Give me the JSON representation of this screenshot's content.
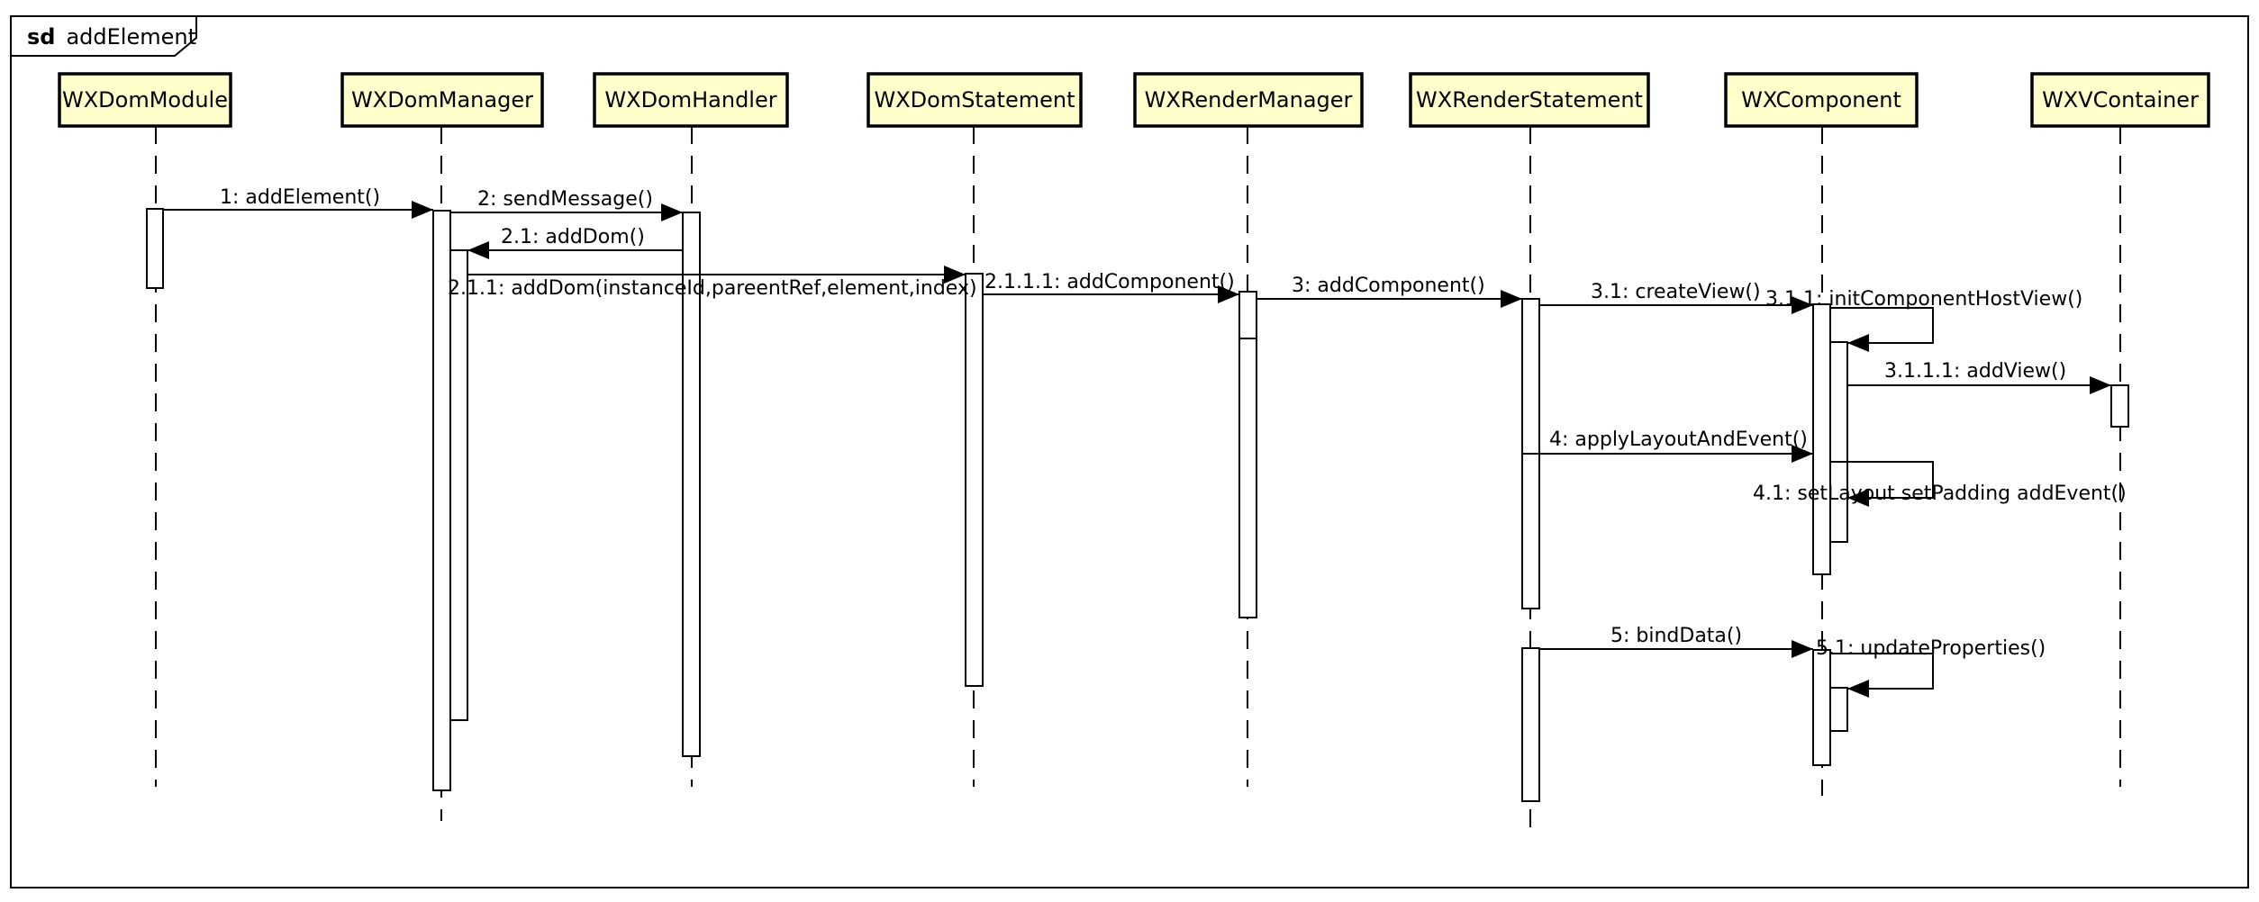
{
  "frame": {
    "keyword": "sd",
    "name": "addElement"
  },
  "colors": {
    "lifeline_head_fill": "#ffffcc",
    "stroke": "#000000",
    "background": "#ffffff"
  },
  "lifelines": [
    {
      "id": "WXDomModule",
      "label": "WXDomModule"
    },
    {
      "id": "WXDomManager",
      "label": "WXDomManager"
    },
    {
      "id": "WXDomHandler",
      "label": "WXDomHandler"
    },
    {
      "id": "WXDomStatement",
      "label": "WXDomStatement"
    },
    {
      "id": "WXRenderManager",
      "label": "WXRenderManager"
    },
    {
      "id": "WXRenderStatement",
      "label": "WXRenderStatement"
    },
    {
      "id": "WXComponent",
      "label": "WXComponent"
    },
    {
      "id": "WXVContainer",
      "label": "WXVContainer"
    }
  ],
  "messages": [
    {
      "seq": "1",
      "label": "1: addElement()",
      "from": "WXDomModule",
      "to": "WXDomManager"
    },
    {
      "seq": "2",
      "label": "2: sendMessage()",
      "from": "WXDomManager",
      "to": "WXDomHandler"
    },
    {
      "seq": "2.1",
      "label": "2.1: addDom()",
      "from": "WXDomHandler",
      "to": "WXDomManager"
    },
    {
      "seq": "2.1.1",
      "label": "2.1.1: addDom(instanceId,pareentRef,element,index)",
      "from": "WXDomManager",
      "to": "WXDomStatement"
    },
    {
      "seq": "2.1.1.1",
      "label": "2.1.1.1: addComponent()",
      "from": "WXDomStatement",
      "to": "WXRenderManager"
    },
    {
      "seq": "3",
      "label": "3: addComponent()",
      "from": "WXRenderManager",
      "to": "WXRenderStatement"
    },
    {
      "seq": "3.1",
      "label": "3.1: createView()",
      "from": "WXRenderStatement",
      "to": "WXComponent"
    },
    {
      "seq": "3.1.1",
      "label": "3.1.1: initComponentHostView()",
      "from": "WXComponent",
      "to": "WXComponent"
    },
    {
      "seq": "3.1.1.1",
      "label": "3.1.1.1: addView()",
      "from": "WXComponent",
      "to": "WXVContainer"
    },
    {
      "seq": "4",
      "label": "4: applyLayoutAndEvent()",
      "from": "WXRenderStatement",
      "to": "WXComponent"
    },
    {
      "seq": "4.1",
      "label": "4.1: setLayout setPadding addEvent()",
      "from": "WXComponent",
      "to": "WXComponent"
    },
    {
      "seq": "5",
      "label": "5: bindData()",
      "from": "WXRenderStatement",
      "to": "WXComponent"
    },
    {
      "seq": "5.1",
      "label": "5.1: updateProperties()",
      "from": "WXComponent",
      "to": "WXComponent"
    }
  ]
}
